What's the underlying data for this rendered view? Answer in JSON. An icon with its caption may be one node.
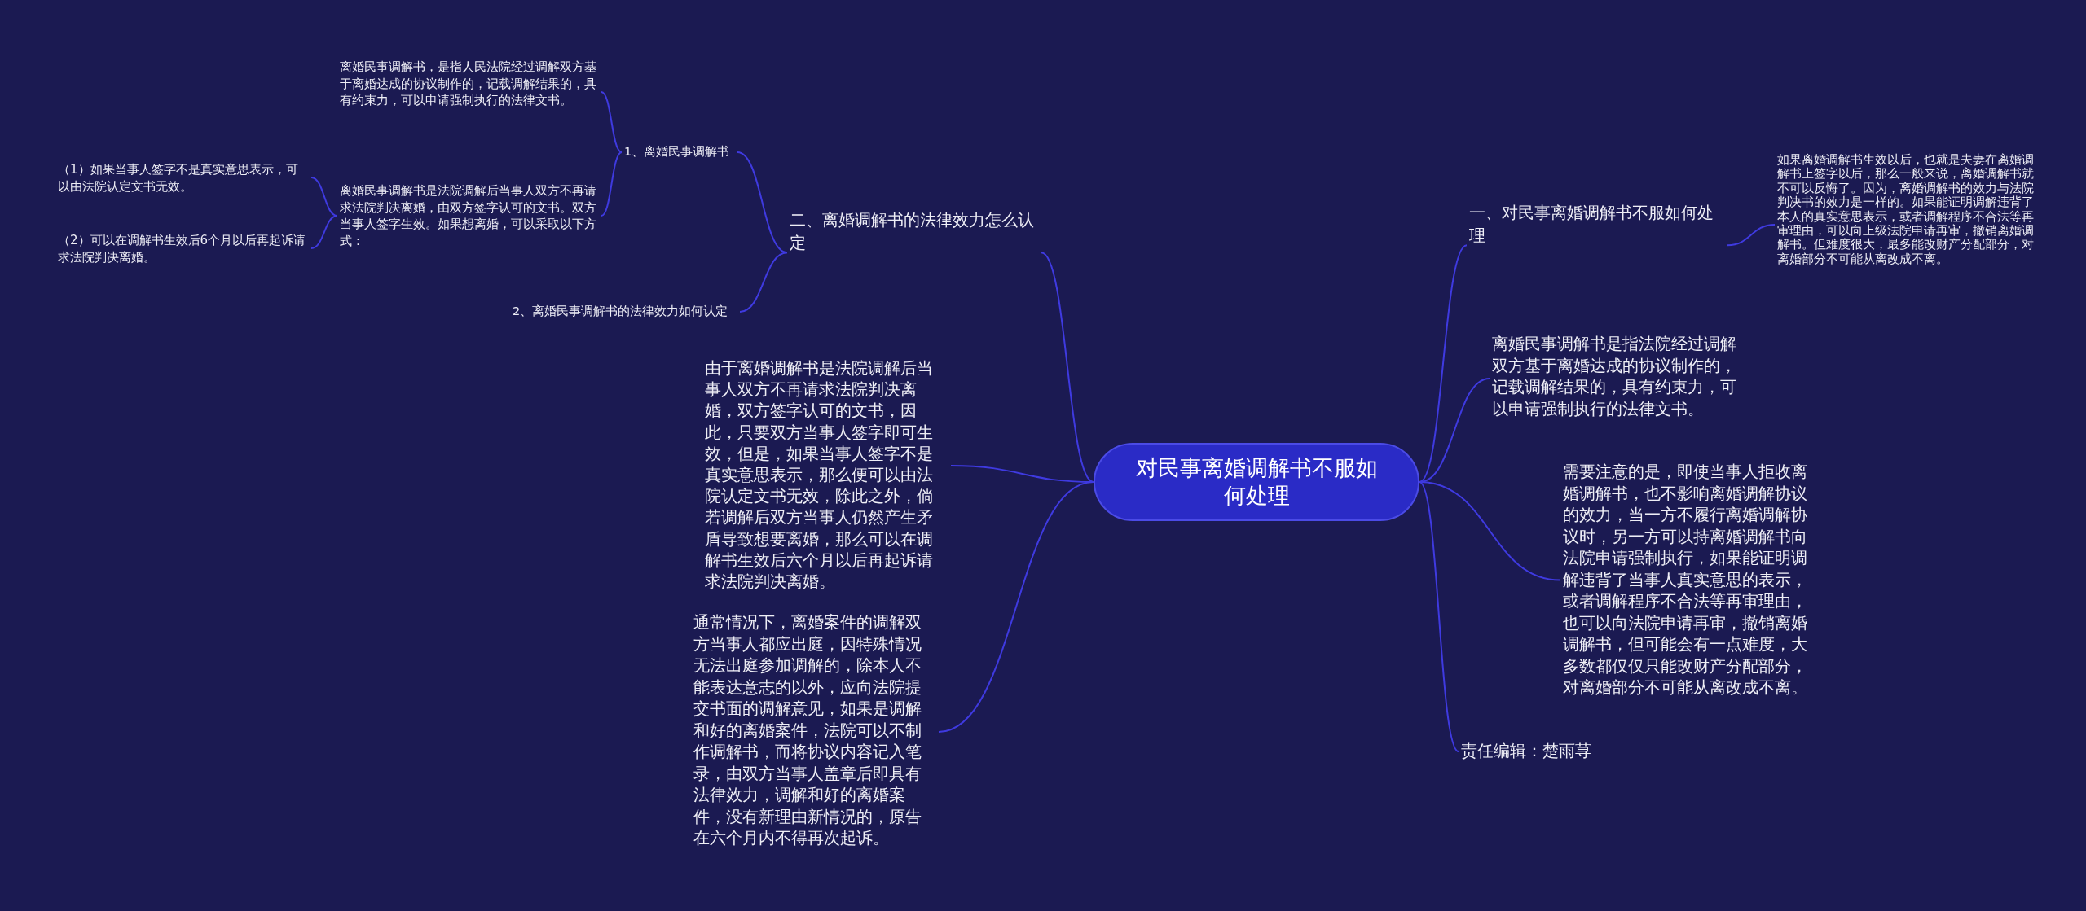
{
  "diagram": {
    "nodes": [
      {
        "text": [
          "对民事离婚调解书不服如何处理"
        ]
      },
      {
        "text": [
          "一、对民事离婚调解书不服如何处理"
        ]
      },
      {
        "text": [
          "如果离婚调解书生效以后，也就是夫妻在离婚调解书上签字以后，那么一般来说，离婚调解书就不可以反悔了。因为，离婚调解书的效力与法院判决书的效力是一样的。如果能证明调解违背了本人的真实意思表示，或者调解程序不合法等再审理由，可以向上级法院申请再审，撤销离婚调解书。但难度很大，最多能改财产分配部分，对离婚部分不可能从离改成不离。"
        ]
      },
      {
        "text": [
          "离婚民事调解书是指法院经过调解双方基于离婚达成的协议制作的，记载调解结果的，具有约束力，可以申请强制执行的法律文书。"
        ]
      },
      {
        "text": [
          "需要注意的是，即使当事人拒收离婚调解书，也不影响离婚调解协议的效力，当一方不履行离婚调解协议时，另一方可以持离婚调解书向法院申请强制执行，如果能证明调解违背了当事人真实意思的表示，或者调解程序不合法等再审理由，也可以向法院申请再审，撤销离婚调解书，但可能会有一点难度，大多数都仅仅只能改财产分配部分，对离婚部分不可能从离改成不离。"
        ]
      },
      {
        "text": [
          "责任编辑：楚雨荨"
        ]
      },
      {
        "text": [
          "二、离婚调解书的法律效力怎么认定"
        ]
      },
      {
        "text": [
          "1、离婚民事调解书"
        ]
      },
      {
        "text": [
          "离婚民事调解书，是指人民法院经过调解双方基于离婚达成的协议制作的，记载调解结果的，具有约束力，可以申请强制执行的法律文书。"
        ]
      },
      {
        "text": [
          "离婚民事调解书是法院调解后当事人双方不再请求法院判决离婚，由双方签字认可的文书。双方当事人签字生效。如果想离婚，可以采取以下方式："
        ]
      },
      {
        "text": [
          "（1）如果当事人签字不是真实意思表示，可以由法院认定文书无效。"
        ]
      },
      {
        "text": [
          "（2）可以在调解书生效后6个月以后再起诉请求法院判决离婚。"
        ]
      },
      {
        "text": [
          "2、离婚民事调解书的法律效力如何认定"
        ]
      },
      {
        "text": [
          "由于离婚调解书是法院调解后当事人双方不再请求法院判决离婚，双方签字认可的文书，因此，只要双方当事人签字即可生效，但是，如果当事人签字不是真实意思表示，那么便可以由法院认定文书无效，除此之外，倘若调解后双方当事人仍然产生矛盾导致想要离婚，那么可以在调解书生效后六个月以后再起诉请求法院判决离婚。"
        ]
      },
      {
        "text": [
          "通常情况下，离婚案件的调解双方当事人都应出庭，因特殊情况无法出庭参加调解的，除本人不能表达意志的以外，应向法院提交书面的调解意见，如果是调解和好的离婚案件，法院可以不制作调解书，而将协议内容记入笔录，由双方当事人盖章后即具有法律效力，调解和好的离婚案件，没有新理由新情况的，原告在六个月内不得再次起诉。"
        ]
      }
    ],
    "edges": [
      {
        "from": 0,
        "to": 1,
        "arrow": "none"
      },
      {
        "from": 1,
        "to": 2,
        "arrow": "none"
      },
      {
        "from": 0,
        "to": 3,
        "arrow": "none"
      },
      {
        "from": 0,
        "to": 4,
        "arrow": "none"
      },
      {
        "from": 0,
        "to": 5,
        "arrow": "none"
      },
      {
        "from": 0,
        "to": 6,
        "arrow": "none"
      },
      {
        "from": 6,
        "to": 7,
        "arrow": "none"
      },
      {
        "from": 7,
        "to": 8,
        "arrow": "none"
      },
      {
        "from": 7,
        "to": 9,
        "arrow": "none"
      },
      {
        "from": 9,
        "to": 10,
        "arrow": "none"
      },
      {
        "from": 9,
        "to": 11,
        "arrow": "none"
      },
      {
        "from": 6,
        "to": 12,
        "arrow": "none"
      },
      {
        "from": 0,
        "to": 13,
        "arrow": "none"
      },
      {
        "from": 0,
        "to": 14,
        "arrow": "none"
      }
    ]
  }
}
